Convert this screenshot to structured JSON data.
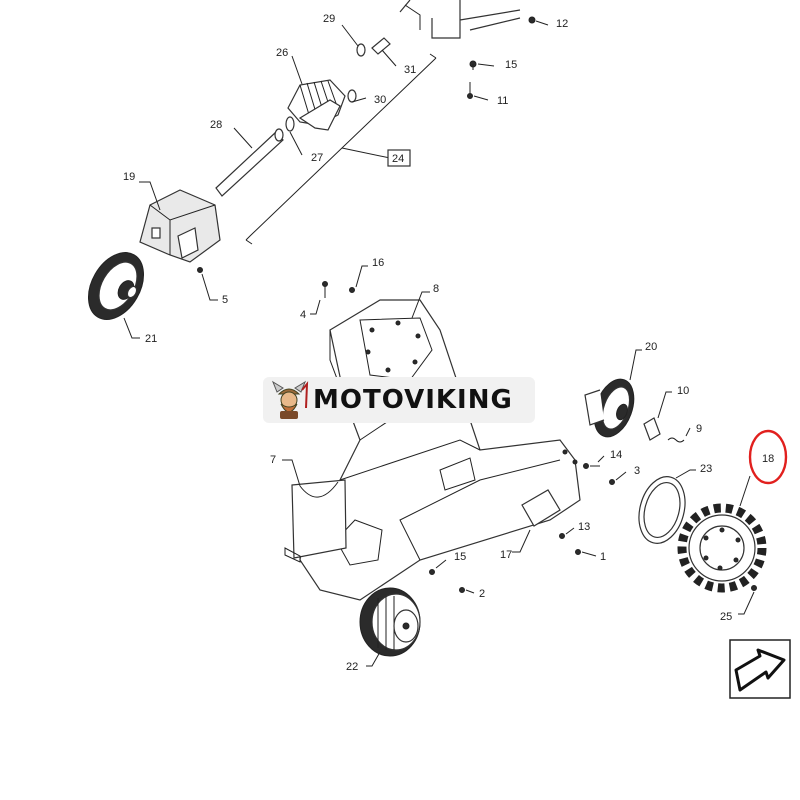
{
  "callouts": {
    "c1": "1",
    "c2": "2",
    "c3": "3",
    "c4": "4",
    "c5": "5",
    "c7": "7",
    "c8": "8",
    "c9": "9",
    "c10": "10",
    "c11": "11",
    "c12": "12",
    "c13": "13",
    "c14": "14",
    "c15a": "15",
    "c15b": "15",
    "c16": "16",
    "c17": "17",
    "c18": "18",
    "c19": "19",
    "c20": "20",
    "c21": "21",
    "c22": "22",
    "c23": "23",
    "c24": "24",
    "c25": "25",
    "c26": "26",
    "c27": "27",
    "c28": "28",
    "c29": "29",
    "c30": "30",
    "c31": "31"
  },
  "watermark": {
    "text": "MOTOVIKING"
  },
  "highlight": {
    "target_callout": "18",
    "color": "#e1201e"
  },
  "icons": {
    "nav": "next-page-arrow-icon",
    "logo": "viking-mascot-icon"
  }
}
